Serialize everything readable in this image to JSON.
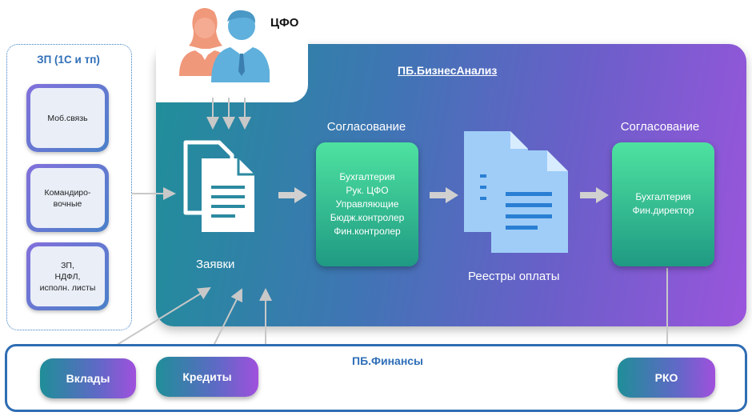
{
  "cfo": {
    "label": "ЦФО"
  },
  "business": {
    "title": "ПБ.БизнесАнализ"
  },
  "left_group": {
    "title": "ЗП (1С и тп)",
    "items": [
      {
        "lines": [
          "Моб.связь"
        ]
      },
      {
        "lines": [
          "Командиро-",
          "вочные"
        ]
      },
      {
        "lines": [
          "ЗП,",
          "НДФЛ,",
          "исполн. листы"
        ]
      }
    ]
  },
  "requests": {
    "label": "Заявки"
  },
  "approval1": {
    "title": "Согласование",
    "lines": [
      "Бухгалтерия",
      "Рук. ЦФО",
      "Управляющие",
      "Бюдж.контролер",
      "Фин.контролер"
    ]
  },
  "registers": {
    "label": "Реестры оплаты"
  },
  "approval2": {
    "title": "Согласование",
    "lines": [
      "Бухгалтерия",
      "Фин.директор"
    ]
  },
  "finance": {
    "title": "ПБ.Финансы",
    "deposits": "Вклады",
    "credits": "Кредиты",
    "rko": "РКО"
  },
  "colors": {
    "accent_blue": "#2f6fb8",
    "card_green": "#3cc79a",
    "arrow_gray": "#c8c8c8",
    "person_orange": "#f0987a",
    "person_blue": "#5fb0dc"
  },
  "icons": [
    "person-female-icon",
    "person-male-icon",
    "documents-icon",
    "documents-blue-icon"
  ]
}
